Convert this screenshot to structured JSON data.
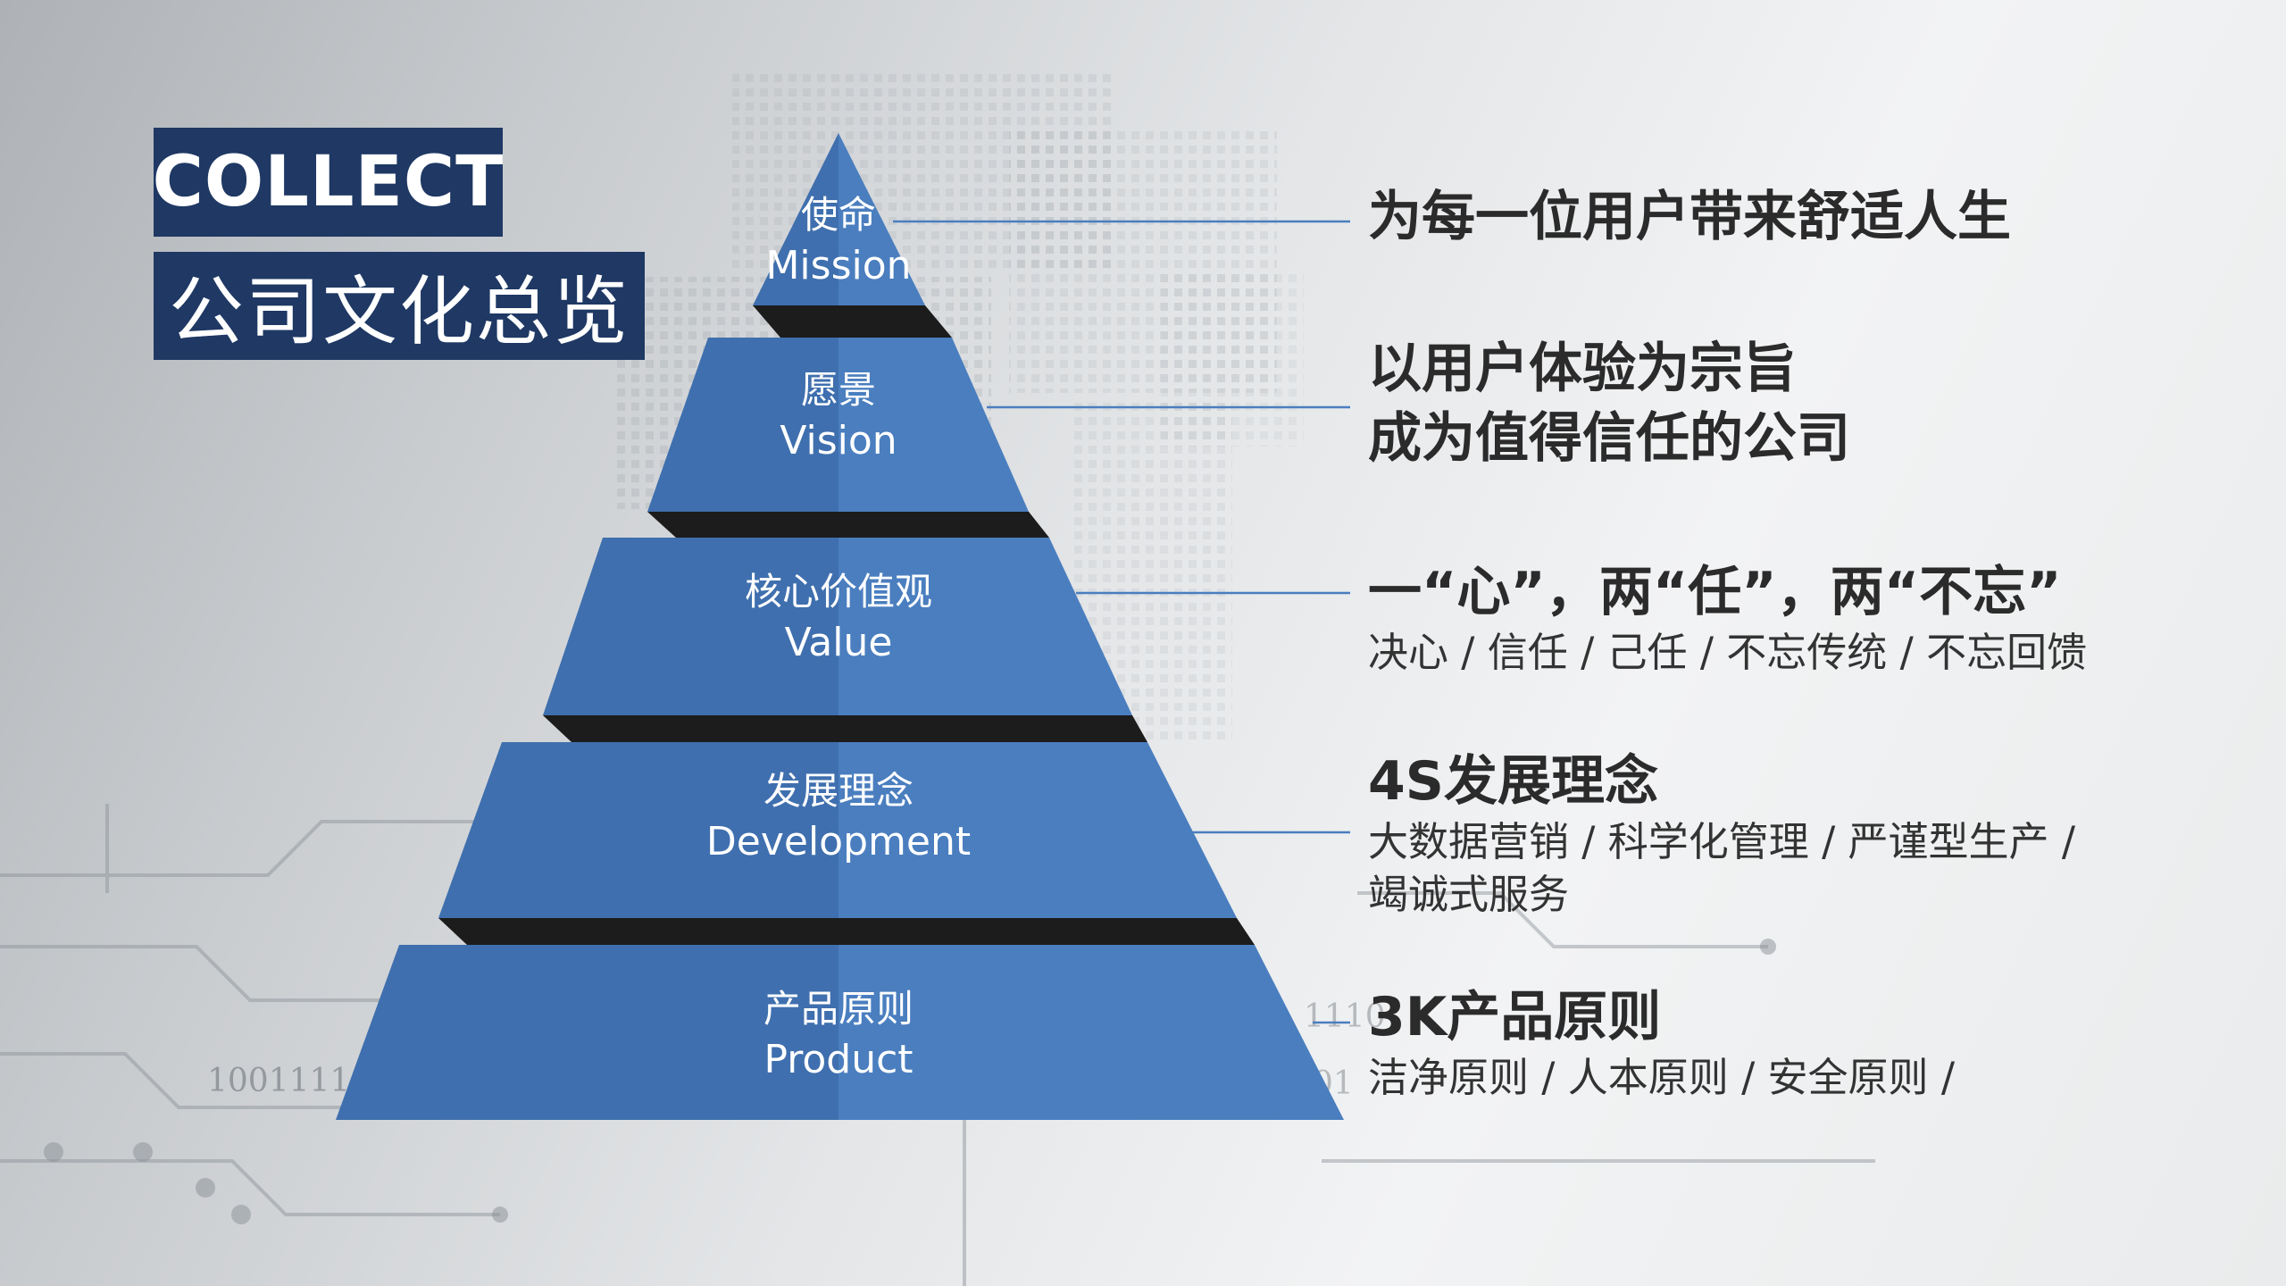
{
  "title": {
    "en": "COLLECT",
    "cn": "公司文化总览"
  },
  "tiers": [
    {
      "cn": "使命",
      "en": "Mission",
      "heading": [
        "为每一位用户带来舒适人生"
      ],
      "details": []
    },
    {
      "cn": "愿景",
      "en": "Vision",
      "heading": [
        "以用户体验为宗旨",
        "成为值得信任的公司"
      ],
      "details": []
    },
    {
      "cn": "核心价值观",
      "en": "Value",
      "heading": [
        "一“心”，两“任”，两“不忘”"
      ],
      "details": [
        "决心 / 信任 / 己任 / 不忘传统 / 不忘回馈"
      ]
    },
    {
      "cn": "发展理念",
      "en": "Development",
      "heading": [
        "4S发展理念"
      ],
      "details": [
        "大数据营销 / 科学化管理 / 严谨型生产 /",
        "竭诚式服务"
      ]
    },
    {
      "cn": "产品原则",
      "en": "Product",
      "heading": [
        "3K产品原则"
      ],
      "details": [
        "洁净原则 / 人本原则 / 安全原则 /"
      ]
    }
  ],
  "background_text": [
    "1001111",
    "1110",
    "01"
  ],
  "colors": {
    "title_bg": "#1f3864",
    "tier_light": "#4a7ebf",
    "tier_dark": "#3f6fae",
    "band": "#1c1c1c",
    "connector": "#4a7ebf"
  }
}
